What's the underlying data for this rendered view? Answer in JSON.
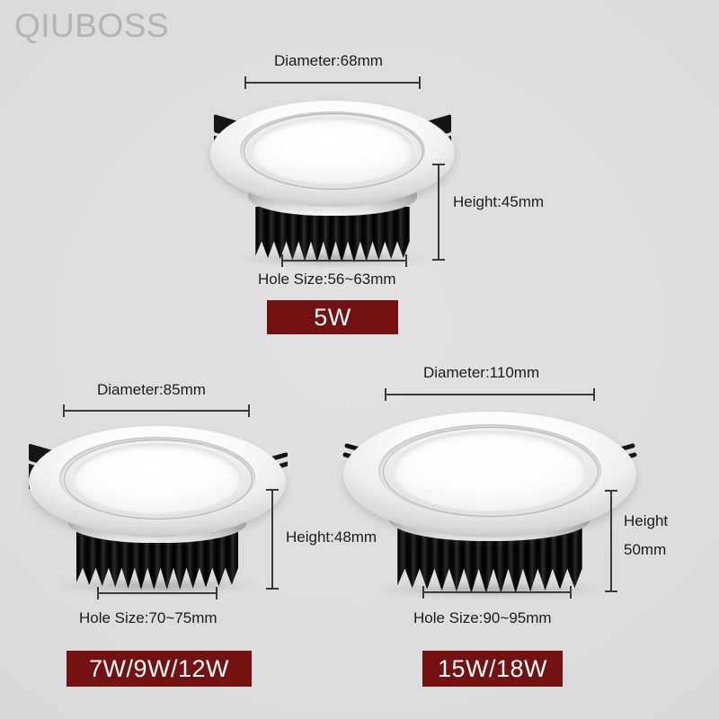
{
  "brand": {
    "name": "QIUBOSS"
  },
  "background_color": "#dadada",
  "badge_color": "#741212",
  "badge_text_color": "#ffffff",
  "products": [
    {
      "id": "5w",
      "diameter_label": "Diameter:68mm",
      "height_label": "Height:45mm",
      "height_label_line1": "Height:45mm",
      "height_label_line2": "",
      "hole_size_label": "Hole Size:56~63mm",
      "wattage_label": "5W",
      "clip_type_left": "plate",
      "clip_type_right": "plate"
    },
    {
      "id": "7w-9w-12w",
      "diameter_label": "Diameter:85mm",
      "height_label": "Height:48mm",
      "height_label_line1": "Height:48mm",
      "height_label_line2": "",
      "hole_size_label": "Hole Size:70~75mm",
      "wattage_label": "7W/9W/12W",
      "clip_type_left": "plate",
      "clip_type_right": "wire"
    },
    {
      "id": "15w-18w",
      "diameter_label": "Diameter:110mm",
      "height_label": "Height 50mm",
      "height_label_line1": "Height",
      "height_label_line2": "50mm",
      "hole_size_label": "Hole Size:90~95mm",
      "wattage_label": "15W/18W",
      "clip_type_left": "wire",
      "clip_type_right": "wire"
    }
  ]
}
